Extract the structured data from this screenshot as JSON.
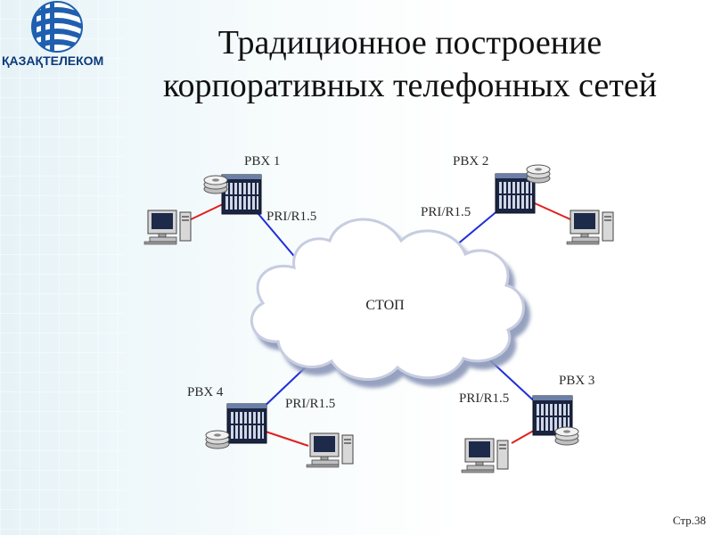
{
  "logo": {
    "name": "ҚАЗАҚТЕЛЕКОМ"
  },
  "title": {
    "line1": "Традиционное построение",
    "line2": "корпоративных телефонных сетей"
  },
  "cloud_label": "СТОП",
  "pbx": [
    {
      "id": "pbx1",
      "name": "PBX 1",
      "link": "PRI/R1.5"
    },
    {
      "id": "pbx2",
      "name": "PBX 2",
      "link": "PRI/R1.5"
    },
    {
      "id": "pbx3",
      "name": "PBX 3",
      "link": "PRI/R1.5"
    },
    {
      "id": "pbx4",
      "name": "PBX 4",
      "link": "PRI/R1.5"
    }
  ],
  "colors": {
    "pri_link": "#1f2fd8",
    "local_link": "#e02020",
    "logo_blue": "#1f5fb0"
  },
  "footer": {
    "page": "Стр.38"
  }
}
